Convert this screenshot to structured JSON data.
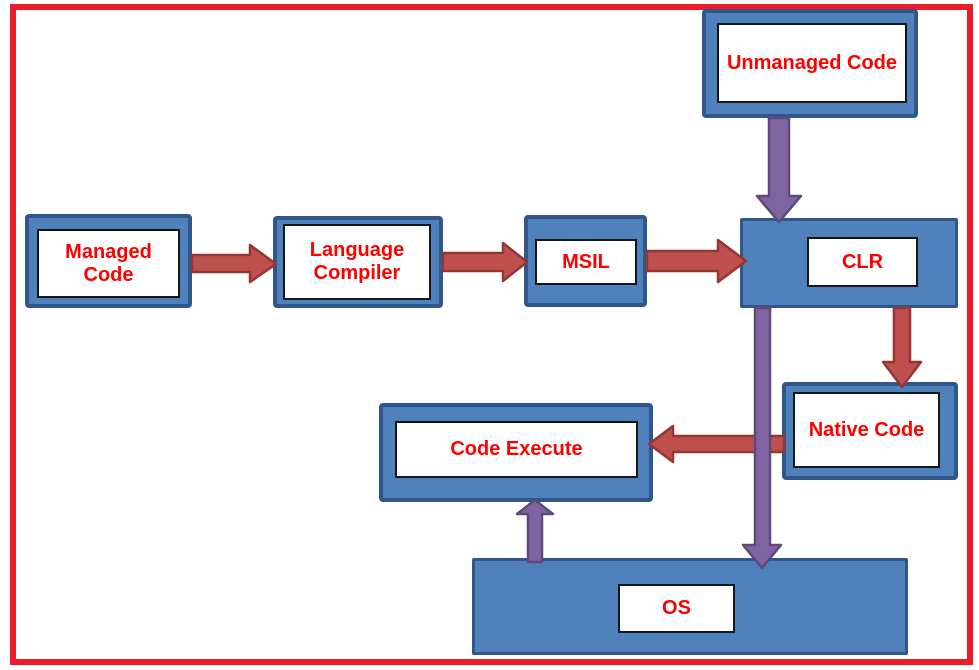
{
  "diagram": {
    "colors": {
      "frame-red": "#EC1C2B",
      "box-fill": "#4F81BD",
      "box-border": "#315689",
      "label-red": "#FE0000",
      "arrow-red": "#C0504D",
      "arrow-red-border": "#943634",
      "arrow-purple": "#8064A2",
      "arrow-purple-border": "#5F497A"
    },
    "nodes": [
      {
        "id": "managed-code",
        "label": "Managed Code"
      },
      {
        "id": "language-compiler",
        "label": "Language Compiler"
      },
      {
        "id": "msil",
        "label": "MSIL"
      },
      {
        "id": "clr",
        "label": "CLR"
      },
      {
        "id": "unmanaged-code",
        "label": "Unmanaged Code"
      },
      {
        "id": "native-code",
        "label": "Native Code"
      },
      {
        "id": "code-execute",
        "label": "Code Execute"
      },
      {
        "id": "os",
        "label": "OS"
      }
    ],
    "edges": [
      {
        "from": "Managed Code",
        "to": "Language Compiler",
        "color": "red"
      },
      {
        "from": "Language Compiler",
        "to": "MSIL",
        "color": "red"
      },
      {
        "from": "MSIL",
        "to": "CLR",
        "color": "red"
      },
      {
        "from": "Unmanaged Code",
        "to": "CLR",
        "color": "purple"
      },
      {
        "from": "CLR",
        "to": "Native Code",
        "color": "red"
      },
      {
        "from": "Native Code",
        "to": "Code Execute",
        "color": "red"
      },
      {
        "from": "CLR",
        "to": "OS",
        "color": "purple"
      },
      {
        "from": "OS",
        "to": "Code Execute",
        "color": "purple"
      }
    ]
  }
}
